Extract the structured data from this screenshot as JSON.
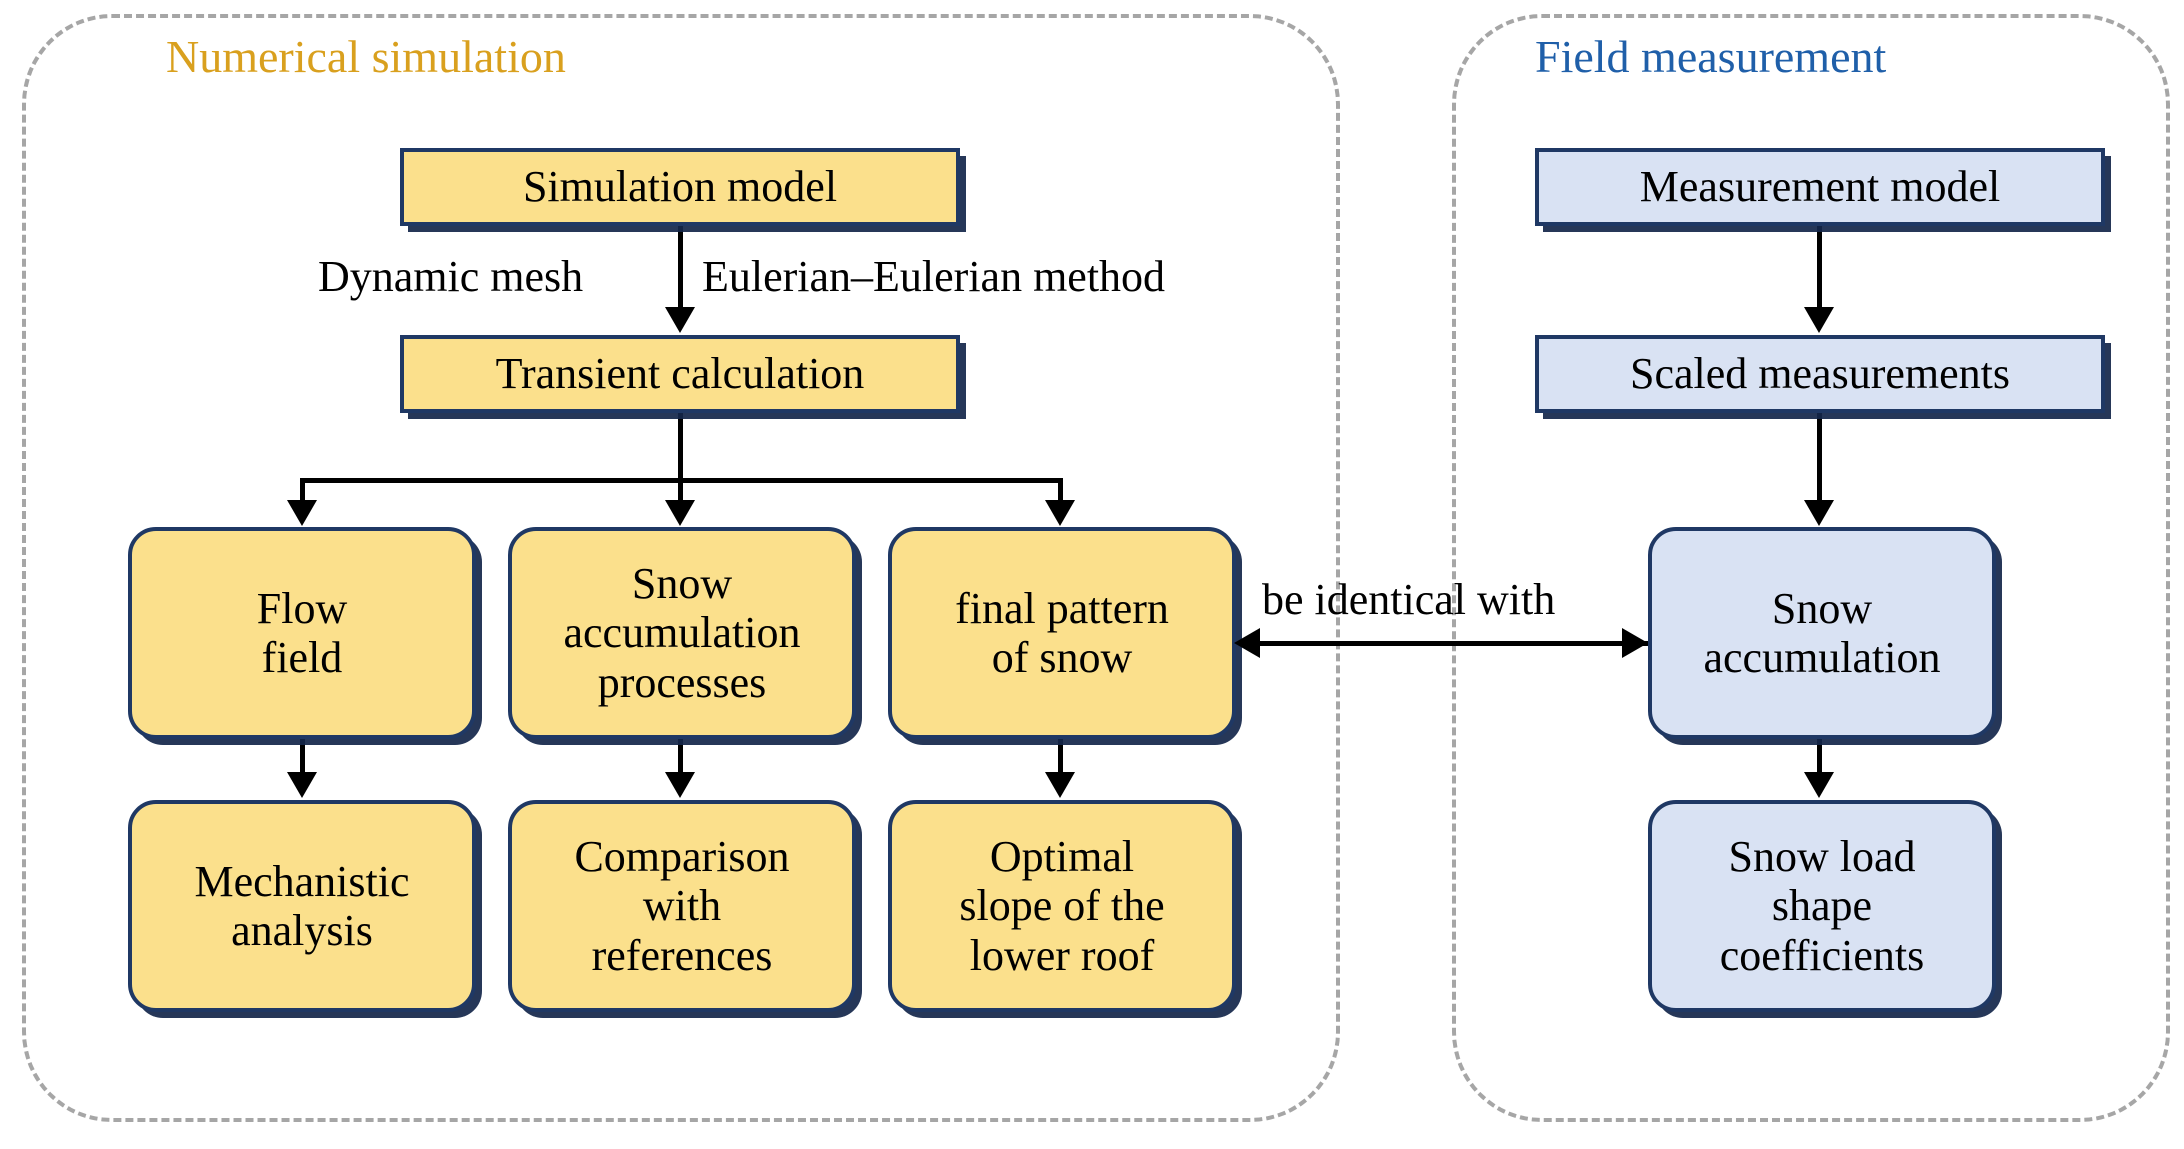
{
  "panels": {
    "simulation": {
      "title": "Numerical simulation",
      "color": "#d9a01e"
    },
    "field": {
      "title": "Field measurement",
      "color": "#1f5fa9"
    }
  },
  "colors": {
    "simulation_fill": "#fbe08c",
    "field_fill": "#d9e2f3",
    "node_border": "#1f3864",
    "panel_border": "#a6a6a6",
    "connector": "#000000"
  },
  "nodes": {
    "simulation_model": "Simulation model",
    "transient_calculation": "Transient calculation",
    "flow_field": "Flow\nfield",
    "snow_accumulation_processes": "Snow\naccumulation\nprocesses",
    "final_pattern_of_snow": "final pattern\nof snow",
    "mechanistic_analysis": "Mechanistic\nanalysis",
    "comparison_with_references": "Comparison\nwith\nreferences",
    "optimal_slope": "Optimal\nslope of the\nlower roof",
    "measurement_model": "Measurement model",
    "scaled_measurements": "Scaled measurements",
    "snow_accumulation": "Snow\naccumulation",
    "snow_load_shape_coefficients": "Snow load\nshape\ncoefficients"
  },
  "edge_labels": {
    "dynamic_mesh": "Dynamic mesh",
    "eulerian_method": "Eulerian–Eulerian method",
    "be_identical_with": "be identical with"
  }
}
